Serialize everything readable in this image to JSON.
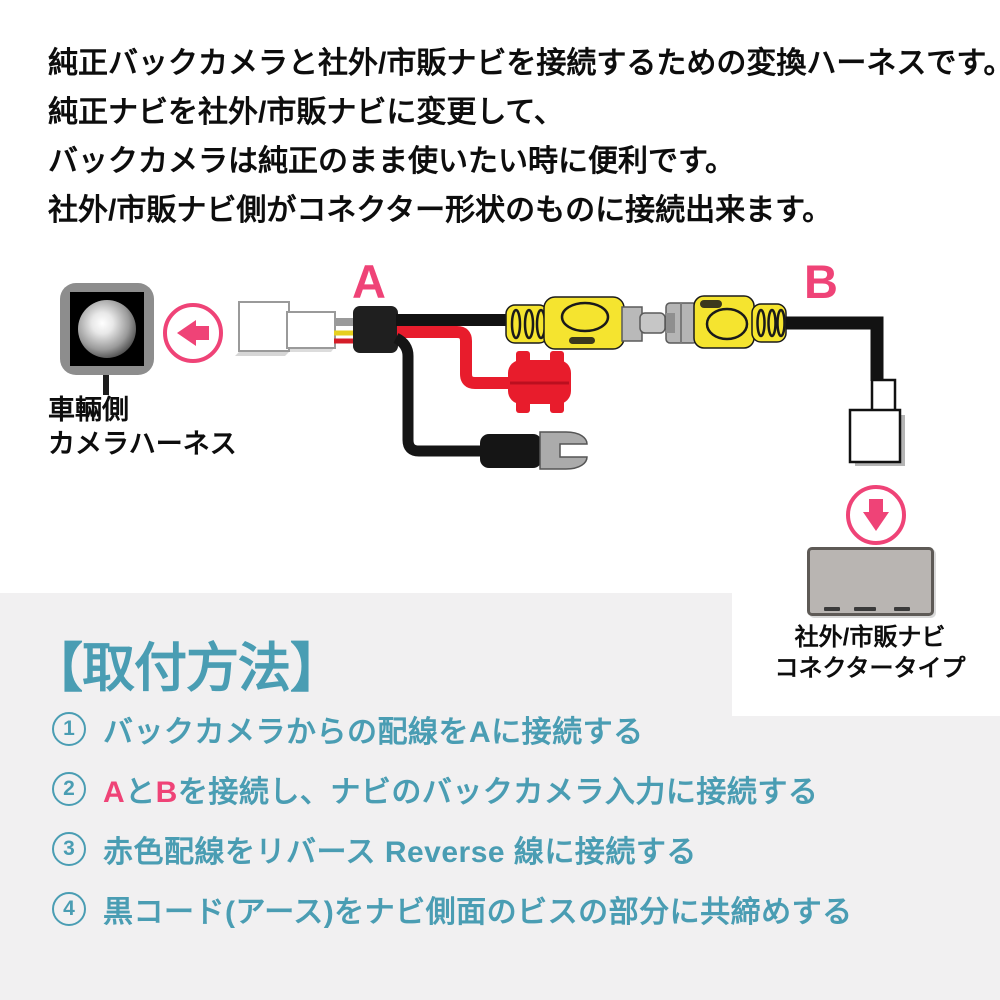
{
  "intro": {
    "lines": [
      "純正バックカメラと社外/市販ナビを接続するための変換ハーネスです。",
      "純正ナビを社外/市販ナビに変更して、",
      "バックカメラは純正のまま使いたい時に便利です。",
      "社外/市販ナビ側がコネクター形状のものに接続出来ます。"
    ]
  },
  "diagram": {
    "label_a": "A",
    "label_b": "B",
    "camera_caption": {
      "line1": "車輛側",
      "line2": "カメラハーネス"
    },
    "nav_caption": {
      "line1": "社外/市販ナビ",
      "line2": "コネクタータイプ"
    }
  },
  "install": {
    "heading": "【取付方法】",
    "steps": [
      {
        "number": "1",
        "parts": [
          {
            "text": "バックカメラからの配線をAに接続する",
            "accent": false
          }
        ]
      },
      {
        "number": "2",
        "parts": [
          {
            "text": "A",
            "accent": true
          },
          {
            "text": "と",
            "accent": false
          },
          {
            "text": "B",
            "accent": true
          },
          {
            "text": "を接続し、ナビのバックカメラ入力に接続する",
            "accent": false
          }
        ]
      },
      {
        "number": "3",
        "parts": [
          {
            "text": "赤色配線をリバース Reverse 線に接続する",
            "accent": false
          }
        ]
      },
      {
        "number": "4",
        "parts": [
          {
            "text": "黒コード(アース)をナビ側面のビスの部分に共締めする",
            "accent": false
          }
        ]
      }
    ]
  },
  "colors": {
    "accent_pink": "#ef4377",
    "teal": "#4a9db3",
    "wire_red": "#e81c2c",
    "rca_yellow": "#f5e42f",
    "panel_gray": "#f1f0f1",
    "nav_gray": "#b9b5b2"
  }
}
